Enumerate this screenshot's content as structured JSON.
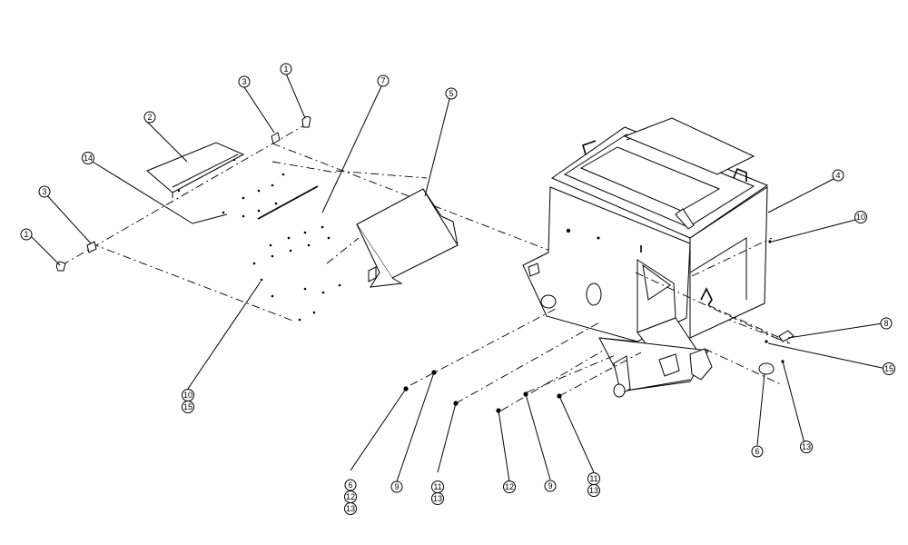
{
  "callouts": {
    "c1a": "1",
    "c3a": "3",
    "c7": "7",
    "c5": "5",
    "c2": "2",
    "c14": "14",
    "c3b": "3",
    "c1b": "1",
    "c10a": "10",
    "c15a": "15",
    "c4": "4",
    "c10b": "10",
    "c8": "8",
    "c15b": "15",
    "c6a": "6",
    "c12a": "12",
    "c13a": "13",
    "c9a": "9",
    "c11a": "11",
    "c13b": "13",
    "c12b": "12",
    "c9b": "9",
    "c11b": "11",
    "c13c": "13",
    "c6b": "6",
    "c13d": "13"
  }
}
